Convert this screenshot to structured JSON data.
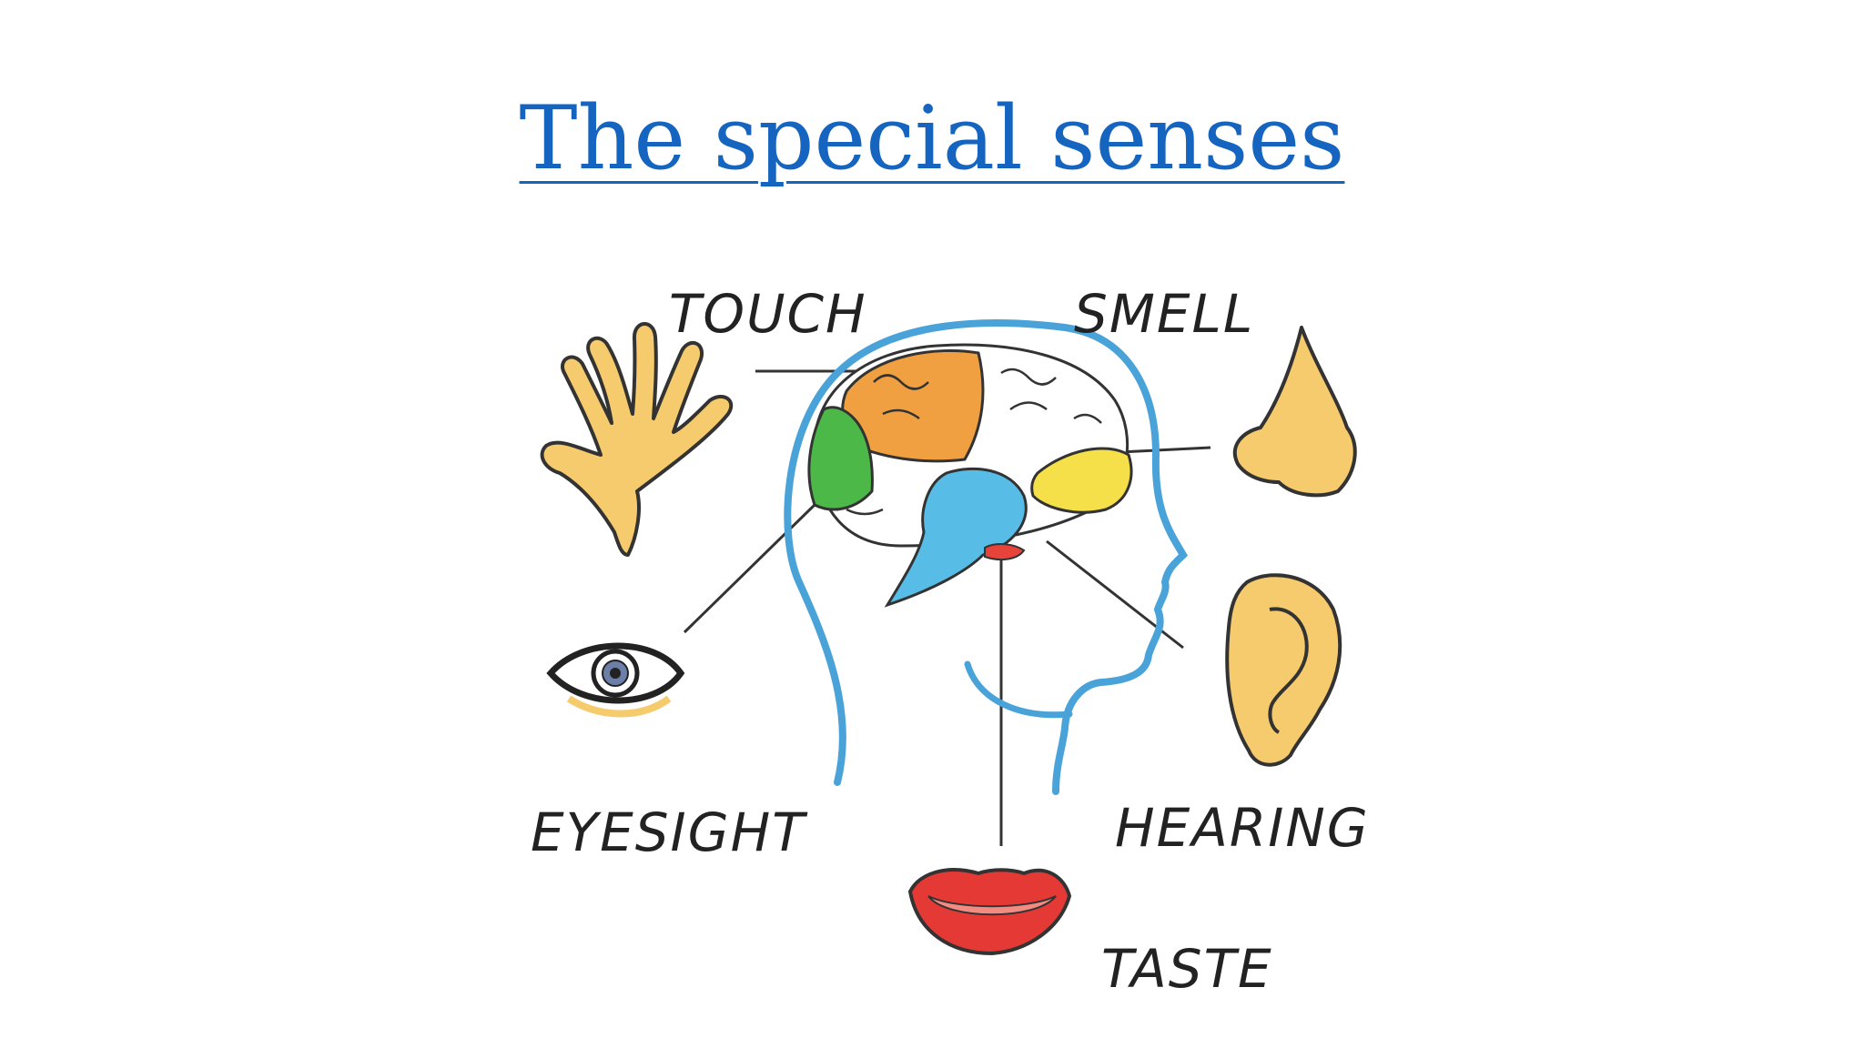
{
  "title": "The special senses",
  "senses": {
    "touch": "TOUCH",
    "smell": "SMELL",
    "eyesight": "EYESIGHT",
    "hearing": "HEARING",
    "taste": "TASTE"
  },
  "colors": {
    "title": "#1565c0",
    "head_outline": "#4aa3d8",
    "parietal_lobe": "#f0a040",
    "occipital_lobe": "#4cb848",
    "frontal_lobe": "#f5e04a",
    "brainstem": "#58bde6",
    "taste_area": "#e8433a",
    "skin": "#f5cb6e",
    "lips": "#e53935"
  }
}
